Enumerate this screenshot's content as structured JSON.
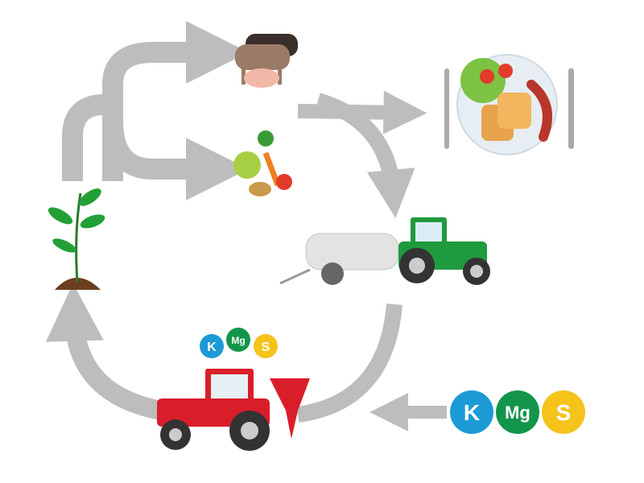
{
  "colors": {
    "arrow": "#bdbdbd",
    "potassium": "#1c9ad6",
    "magnesium": "#12954a",
    "sulfur": "#f6c31b",
    "green_tractor": "#1f9a3c",
    "red_tractor": "#d91e2a"
  },
  "nutrients_small": [
    {
      "symbol": "K"
    },
    {
      "symbol": "Mg"
    },
    {
      "symbol": "S"
    }
  ],
  "nutrients_large": [
    {
      "symbol": "K"
    },
    {
      "symbol": "Mg"
    },
    {
      "symbol": "S"
    }
  ]
}
